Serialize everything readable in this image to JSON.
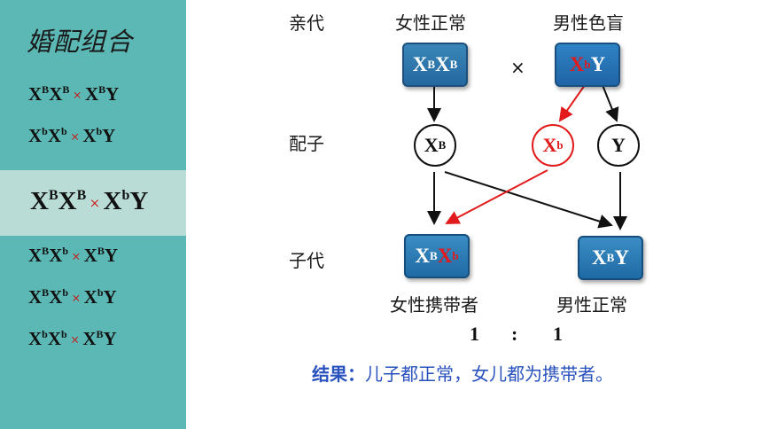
{
  "sidebar": {
    "title": "婚配组合",
    "combos": [
      {
        "a1": "X",
        "s1": "B",
        "a2": "X",
        "s2": "B",
        "x": "×",
        "b1": "X",
        "t1": "B",
        "b2": "Y"
      },
      {
        "a1": "X",
        "s1": "b",
        "a2": "X",
        "s2": "b",
        "x": "×",
        "b1": "X",
        "t1": "b",
        "b2": "Y"
      },
      {
        "a1": "X",
        "s1": "B",
        "a2": "X",
        "s2": "B",
        "x": "×",
        "b1": "X",
        "t1": "b",
        "b2": "Y"
      },
      {
        "a1": "X",
        "s1": "B",
        "a2": "X",
        "s2": "b",
        "x": "×",
        "b1": "X",
        "t1": "B",
        "b2": "Y"
      },
      {
        "a1": "X",
        "s1": "B",
        "a2": "X",
        "s2": "b",
        "x": "×",
        "b1": "X",
        "t1": "b",
        "b2": "Y"
      },
      {
        "a1": "X",
        "s1": "b",
        "a2": "X",
        "s2": "b",
        "x": "×",
        "b1": "X",
        "t1": "B",
        "b2": "Y"
      }
    ]
  },
  "diagram": {
    "row_parent": "亲代",
    "row_gamete": "配子",
    "row_offspring": "子代",
    "mother_label": "女性正常",
    "father_label": "男性色盲",
    "mother": {
      "a1": "X",
      "s1": "B",
      "a2": "X",
      "s2": "B"
    },
    "father": {
      "a1": "X",
      "s1": "b",
      "a2": "Y"
    },
    "cross_symbol": "×",
    "gametes": {
      "mother": {
        "l": "X",
        "s": "B"
      },
      "father_x": {
        "l": "X",
        "s": "b"
      },
      "father_y": {
        "l": "Y"
      }
    },
    "daughter": {
      "a1": "X",
      "s1": "B",
      "a2": "X",
      "s2": "b"
    },
    "son": {
      "a1": "X",
      "s1": "B",
      "a2": "Y"
    },
    "daughter_label": "女性携带者",
    "son_label": "男性正常",
    "ratio_left": "1",
    "ratio_sep": ":",
    "ratio_right": "1",
    "result_key": "结果：",
    "result_text": "儿子都正常，女儿都为携带者。"
  },
  "colors": {
    "sidebar": "#5bb8b4",
    "highlight": "#b9ddd6",
    "box_blue": "#2468a0",
    "red": "#e11b1b",
    "result_blue": "#2a52be"
  }
}
